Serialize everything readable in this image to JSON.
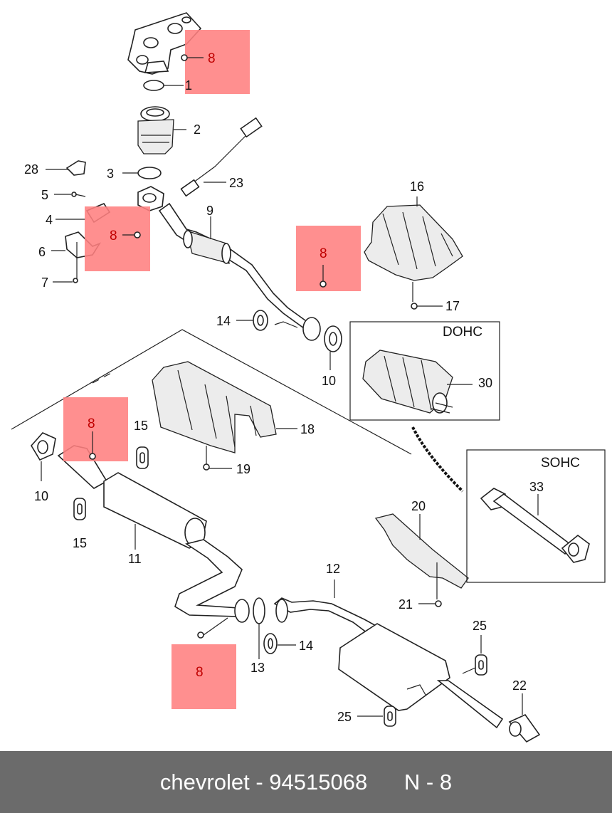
{
  "labels": {
    "p1": "1",
    "p2": "2",
    "p3": "3",
    "p4": "4",
    "p5": "5",
    "p6": "6",
    "p7": "7",
    "p9": "9",
    "p10a": "10",
    "p10b": "10",
    "p11": "11",
    "p12": "12",
    "p13": "13",
    "p14a": "14",
    "p14b": "14",
    "p15a": "15",
    "p15b": "15",
    "p16": "16",
    "p17": "17",
    "p18": "18",
    "p19": "19",
    "p20": "20",
    "p21": "21",
    "p22": "22",
    "p23": "23",
    "p25a": "25",
    "p25b": "25",
    "p28": "28",
    "p30": "30",
    "p33": "33"
  },
  "highlight": {
    "label": "8",
    "color": "#ff8080",
    "text_color": "#c00000"
  },
  "boxes": {
    "dohc_title": "DOHC",
    "sohc_title": "SOHC"
  },
  "footer": {
    "brand": "chevrolet",
    "separator": "-",
    "part_number": "94515068",
    "note": "N - 8",
    "background": "#6b6b6b"
  }
}
